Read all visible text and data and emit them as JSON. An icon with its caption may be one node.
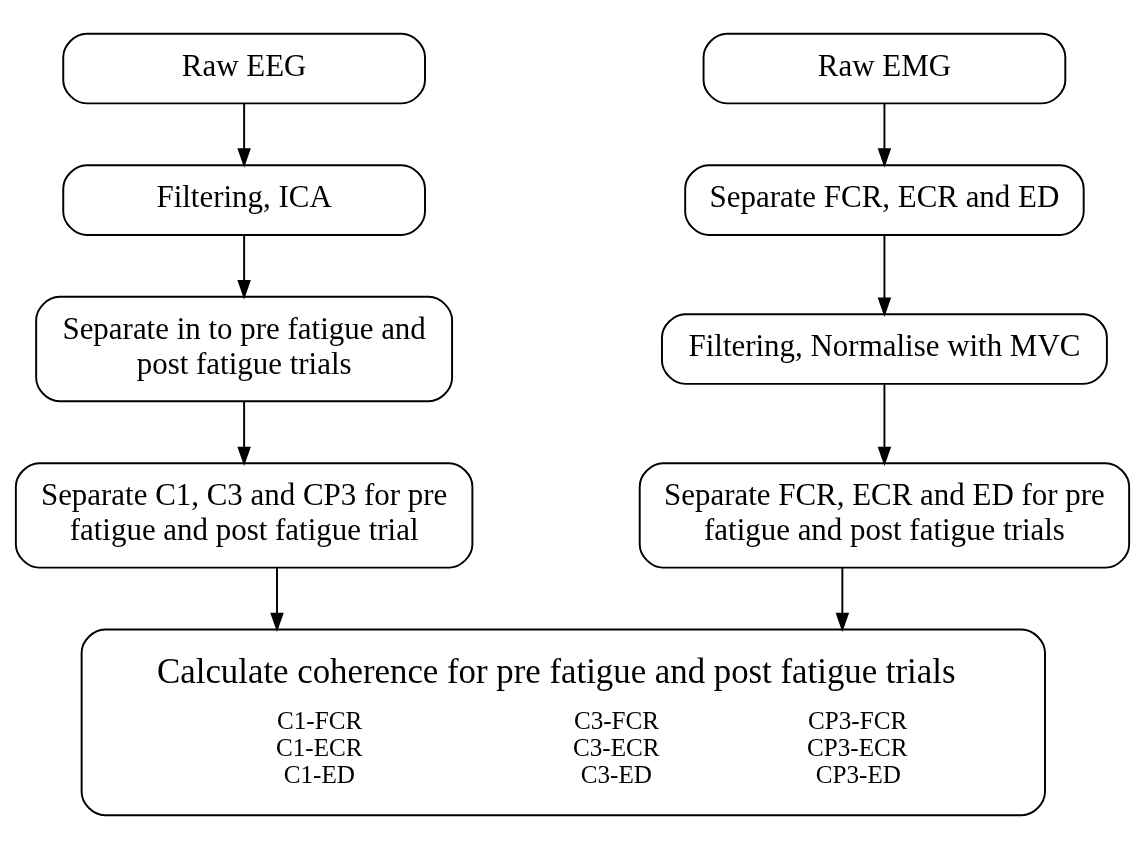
{
  "diagram": {
    "nodes": [
      {
        "text": [
          "Raw EEG"
        ]
      },
      {
        "text": [
          "Filtering, ICA"
        ]
      },
      {
        "text": [
          "Separate in to pre fatigue and post fatigue trials"
        ]
      },
      {
        "text": [
          "Separate C1, C3 and CP3 for pre fatigue and post fatigue trial"
        ]
      },
      {
        "text": [
          "Raw EMG"
        ]
      },
      {
        "text": [
          "Separate FCR, ECR and ED"
        ]
      },
      {
        "text": [
          "Filtering, Normalise with MVC"
        ]
      },
      {
        "text": [
          "Separate FCR, ECR and ED for pre fatigue and post fatigue trials"
        ]
      },
      {
        "text": [
          "Calculate coherence for pre fatigue and post fatigue trials",
          "C1-FCR",
          "C1-ECR",
          "C1-ED",
          "C3-FCR",
          "C3-ECR",
          "C3-ED",
          "CP3-FCR",
          "CP3-ECR",
          "CP3-ED"
        ]
      }
    ],
    "edges": [
      {
        "from": 0,
        "to": 1,
        "arrow": "to"
      },
      {
        "from": 1,
        "to": 2,
        "arrow": "to"
      },
      {
        "from": 2,
        "to": 3,
        "arrow": "to"
      },
      {
        "from": 4,
        "to": 5,
        "arrow": "to"
      },
      {
        "from": 5,
        "to": 6,
        "arrow": "to"
      },
      {
        "from": 6,
        "to": 7,
        "arrow": "to"
      },
      {
        "from": 3,
        "to": 8,
        "arrow": "to"
      },
      {
        "from": 7,
        "to": 8,
        "arrow": "to"
      }
    ]
  }
}
